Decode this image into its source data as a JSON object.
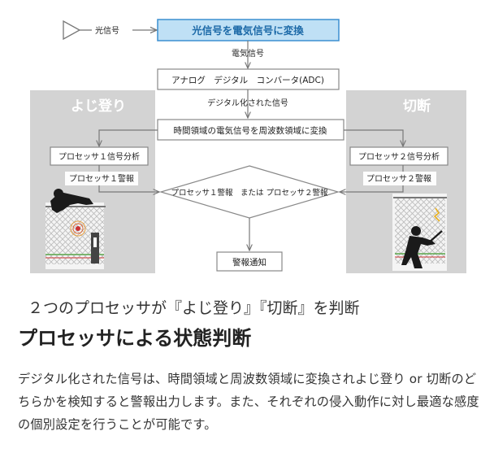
{
  "diagram": {
    "input_label": "光信号",
    "converter_box": "光信号を電気信号に変換",
    "electrical_signal_label": "電気信号",
    "adc_box": "アナログ　デジタル　コンバータ(ADC)",
    "digitized_label": "デジタル化された信号",
    "transform_box": "時間領域の電気信号を周波数領域に変換",
    "left_panel": {
      "title": "よじ登り",
      "processor_box": "プロセッサ１信号分析",
      "alarm_label": "プロセッサ１警報"
    },
    "right_panel": {
      "title": "切断",
      "processor_box": "プロセッサ２信号分析",
      "alarm_label": "プロセッサ２警報"
    },
    "decision_diamond": "プロセッサ１警報　または プロセッサ２警報",
    "alarm_box": "警報通知",
    "colors": {
      "highlight_box_fill": "#bfe0f5",
      "highlight_box_stroke": "#3b8fd0",
      "panel_gray": "#d3d3d3",
      "panel_title": "#ffffff",
      "box_stroke": "#888888",
      "fence_green": "#5aa54a",
      "fence_red": "#cc3333"
    }
  },
  "caption": {
    "subhead": "２つのプロセッサが『よじ登り』『切断』を判断",
    "heading": "プロセッサによる状態判断",
    "body": "デジタル化された信号は、時間領域と周波数領域に変換されよじ登り or 切断のどちらかを検知すると警報出力します。また、それぞれの侵入動作に対し最適な感度の個別設定を行うことが可能です。"
  }
}
